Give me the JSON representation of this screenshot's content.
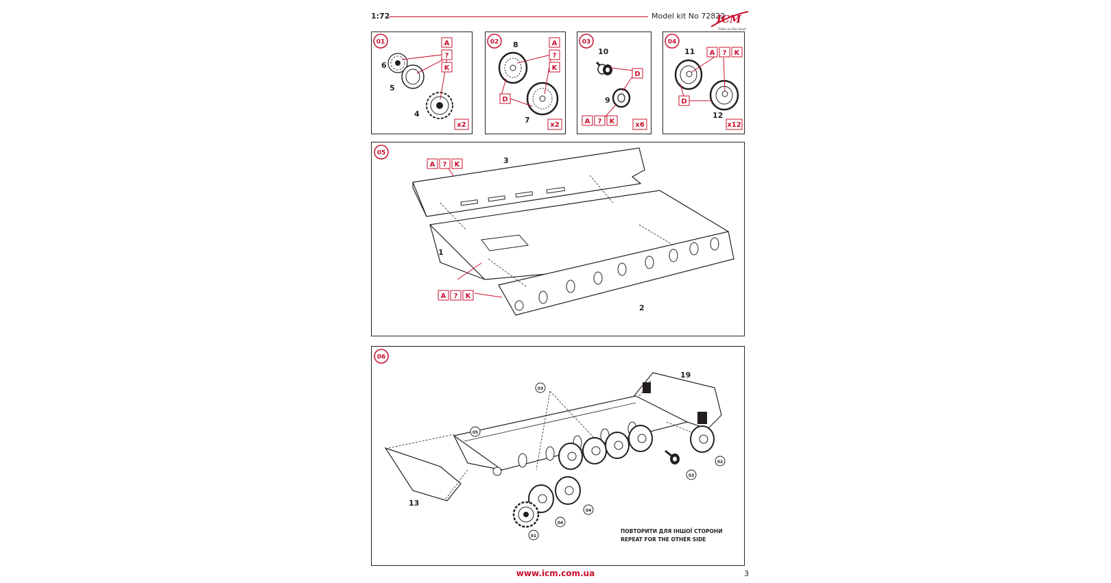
{
  "header": {
    "scale": "1:72",
    "model": "Model kit No 72822",
    "logo_text": "ICM",
    "logo_tagline": "Take in the lead"
  },
  "steps": [
    {
      "number": "01",
      "labels": [
        "6",
        "5",
        "4"
      ],
      "tags": [
        "A",
        "?",
        "K"
      ],
      "multiplier": "x2"
    },
    {
      "number": "02",
      "labels": [
        "8",
        "7"
      ],
      "tags": [
        "A",
        "?",
        "K",
        "D"
      ],
      "multiplier": "x2"
    },
    {
      "number": "03",
      "labels": [
        "10",
        "9"
      ],
      "tags": [
        "D",
        "A",
        "?",
        "K"
      ],
      "multiplier": "x6"
    },
    {
      "number": "04",
      "labels": [
        "11",
        "12"
      ],
      "tags": [
        "A",
        "?",
        "K",
        "D"
      ],
      "multiplier": "x12"
    },
    {
      "number": "05",
      "labels": [
        "3",
        "1",
        "2"
      ],
      "tags": [
        "A",
        "?",
        "K"
      ]
    },
    {
      "number": "06",
      "labels": [
        "19",
        "13"
      ],
      "refs": [
        "03",
        "05",
        "02",
        "03",
        "04",
        "04",
        "01"
      ],
      "note_ua": "ПОВТОРИТИ ДЛЯ ІНШОЇ СТОРОНИ",
      "note_en": "REPEAT FOR THE OTHER SIDE"
    }
  ],
  "footer": {
    "url": "www.icm.com.ua",
    "page": "3"
  },
  "colors": {
    "accent": "#c8102e",
    "ink": "#231f20"
  }
}
